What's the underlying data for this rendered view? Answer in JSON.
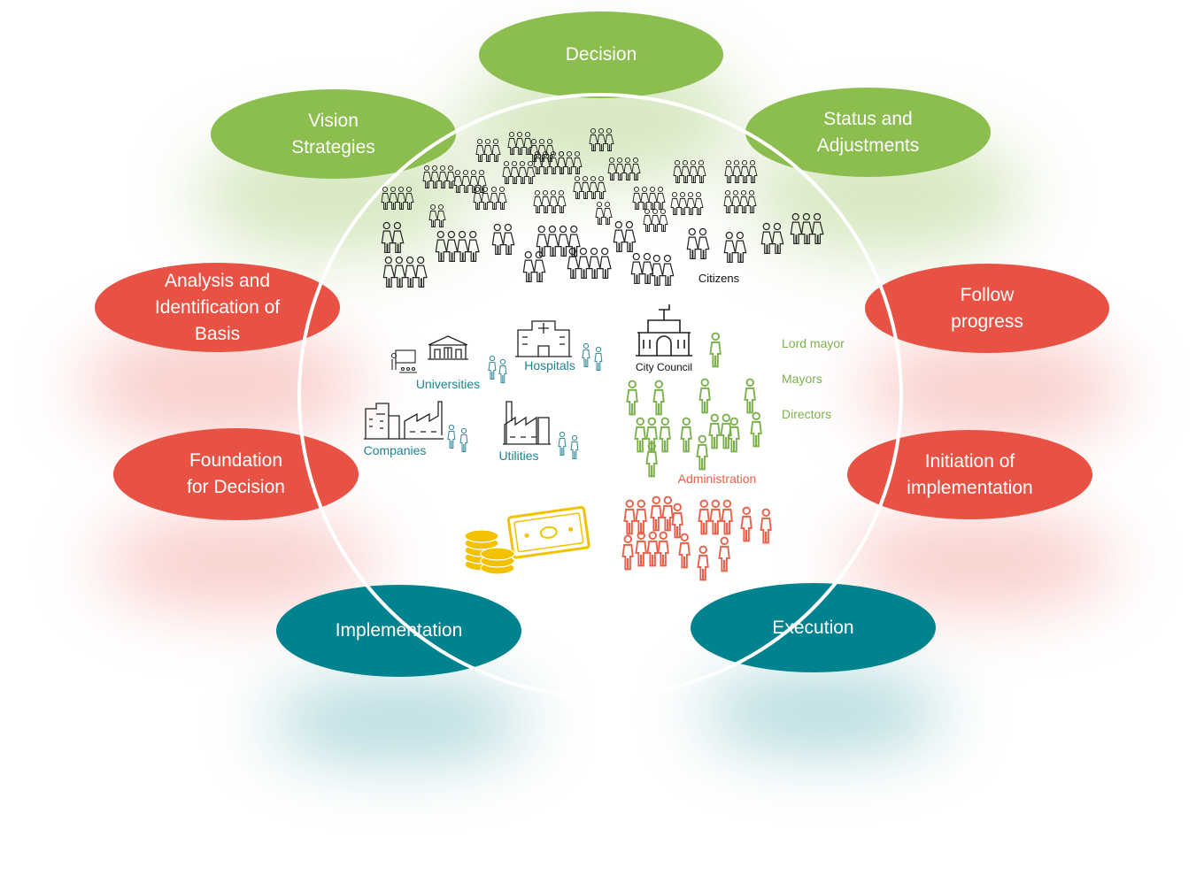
{
  "nodes": {
    "decision": "Decision",
    "vision": "Vision\nStrategies",
    "status": "Status and\nAdjustments",
    "analysis": "Analysis and\nIdentification of\nBasis",
    "follow": "Follow\nprogress",
    "foundation": "Foundation\nfor Decision",
    "initiation": "Initiation of\nimplementation",
    "implementation": "Implementation",
    "execution": "Execution"
  },
  "labels": {
    "citizens": "Citizens",
    "universities": "Universities",
    "hospitals": "Hospitals",
    "city_council": "City Council",
    "companies": "Companies",
    "utilities": "Utilities",
    "lord_mayor": "Lord mayor",
    "mayors": "Mayors",
    "directors": "Directors",
    "administration": "Administration"
  },
  "colors": {
    "green": "#8bbd4f",
    "red": "#e85245",
    "teal": "#00828f",
    "blue_label": "#1e8391",
    "admin_green": "#7bb04d",
    "admin_red": "#e8604a",
    "gold": "#f2c200"
  }
}
